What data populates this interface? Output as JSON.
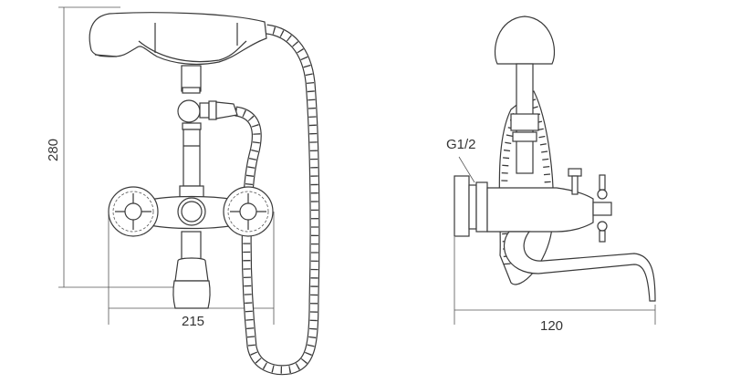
{
  "dimensions": {
    "height_label": "280",
    "width_front_label": "215",
    "depth_side_label": "120",
    "thread_label": "G1/2"
  }
}
